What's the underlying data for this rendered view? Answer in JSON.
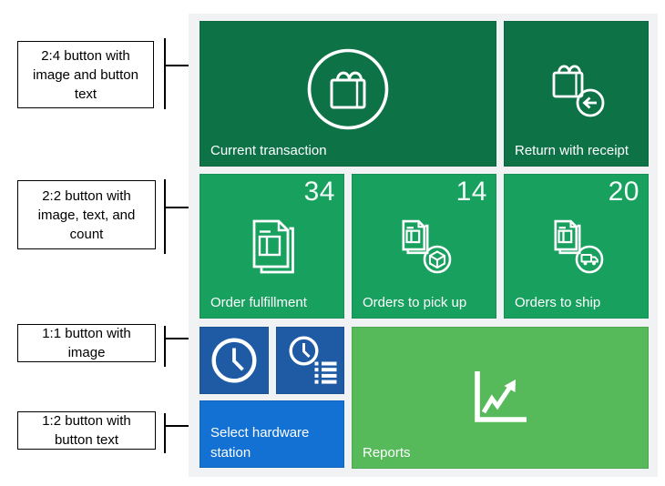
{
  "annotations": [
    {
      "label": "2:4 button with image and button text"
    },
    {
      "label": "2:2 button with image, text, and count"
    },
    {
      "label": "1:1 button with image"
    },
    {
      "label": "1:2 button with button text"
    }
  ],
  "tiles": {
    "current_transaction": {
      "label": "Current transaction",
      "icon": "shopping-bag-circle-icon",
      "color": "#0E7247"
    },
    "return_with_receipt": {
      "label": "Return with receipt",
      "icon": "shopping-bag-return-icon",
      "color": "#0E7247"
    },
    "order_fulfillment": {
      "label": "Order fulfillment",
      "count": "34",
      "icon": "documents-icon",
      "color": "#18A05F"
    },
    "orders_to_pick_up": {
      "label": "Orders to pick up",
      "count": "14",
      "icon": "documents-package-icon",
      "color": "#18A05F"
    },
    "orders_to_ship": {
      "label": "Orders to ship",
      "count": "20",
      "icon": "documents-truck-icon",
      "color": "#18A05F"
    },
    "clock": {
      "icon": "clock-icon",
      "color": "#1E5BA4"
    },
    "clock_list": {
      "icon": "clock-list-icon",
      "color": "#1E5BA4"
    },
    "reports": {
      "label": "Reports",
      "icon": "line-chart-arrow-icon",
      "color": "#56BA5B"
    },
    "select_hardware_station": {
      "label": "Select hardware station",
      "color": "#1271D3"
    }
  },
  "colors": {
    "page_bg": "#FFFFFF",
    "panel_bg": "#F1F2F4",
    "dark_green": "#0E7247",
    "green": "#18A05F",
    "light_green": "#56BA5B",
    "dark_blue": "#1E5BA4",
    "bright_blue": "#1271D3",
    "tile_text": "#FFFFFF",
    "annotation_text": "#000000"
  }
}
